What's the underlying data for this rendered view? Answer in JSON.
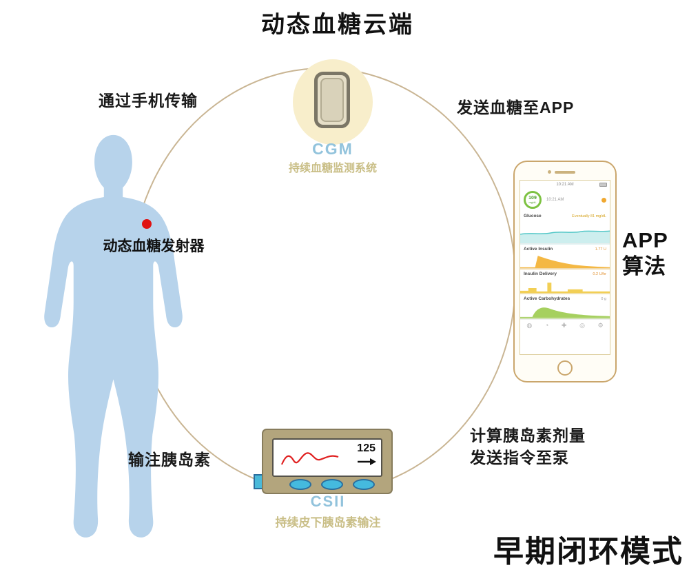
{
  "page": {
    "title": "动态血糖云端",
    "mode_title": "早期闭环模式"
  },
  "labels": {
    "transmit_via_phone": "通过手机传输",
    "send_glucose_to_app": "发送血糖至APP",
    "calc_dose_line1": "计算胰岛素剂量",
    "calc_dose_line2": "发送指令至泵",
    "infuse_insulin": "输注胰岛素",
    "transmitter": "动态血糖发射器",
    "app_line1": "APP",
    "app_line2": "算法"
  },
  "cgm": {
    "title": "CGM",
    "subtitle": "持续血糖监测系统"
  },
  "csii": {
    "title": "CSII",
    "subtitle": "持续皮下胰岛素输注"
  },
  "pump": {
    "reading": "125"
  },
  "phone": {
    "status_time": "10:21 AM",
    "hud": {
      "glucose": "109",
      "unit": "mg/dL",
      "time": "10:21 AM"
    },
    "sections": [
      {
        "label": "Glucose",
        "value": "Eventually 81 mg/dL"
      },
      {
        "label": "Active Insulin",
        "value": "1.77 U"
      },
      {
        "label": "Insulin Delivery",
        "value": "0.2 U/hr"
      },
      {
        "label": "Active Carbohydrates",
        "value": "0 g"
      }
    ]
  },
  "colors": {
    "body_blue": "#b7d3eb",
    "circle_tan": "#c9b593",
    "node_blue": "#92c3dc",
    "node_khaki": "#c9be86",
    "pump_tan": "#b3a57d",
    "button_blue": "#45bade",
    "phone_gold": "#caa66c",
    "dot_red": "#e01212"
  }
}
